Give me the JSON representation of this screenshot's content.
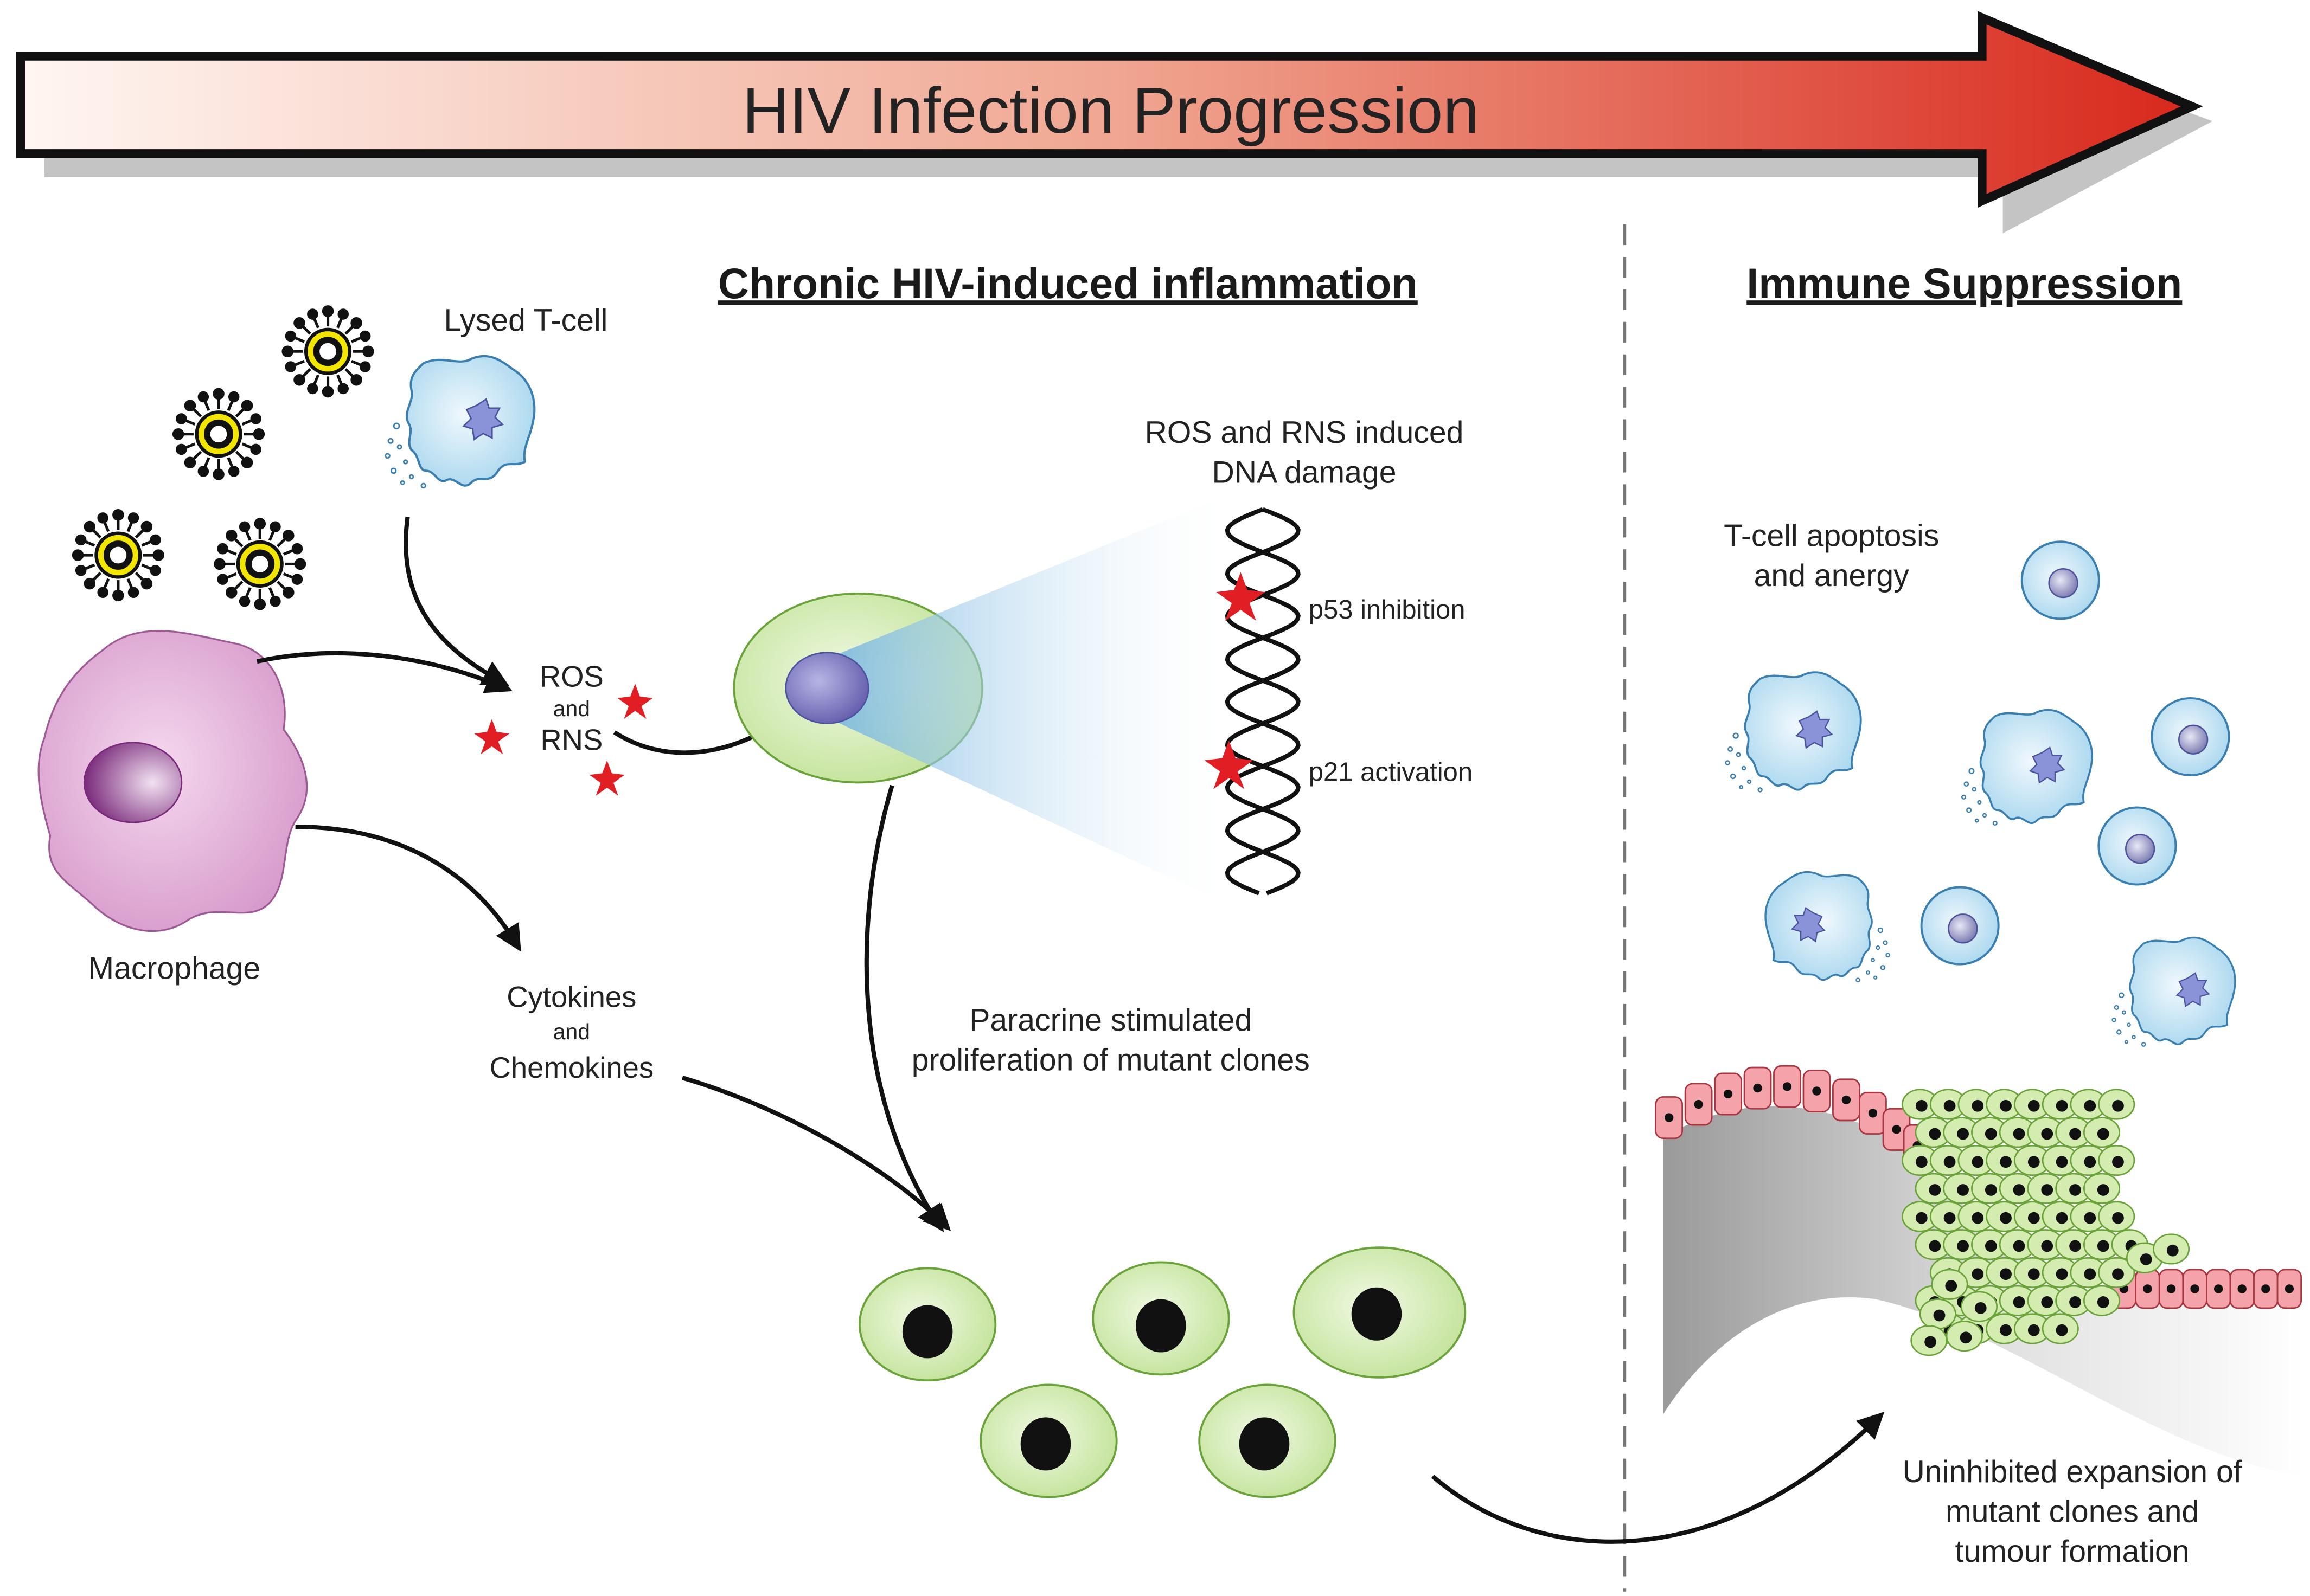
{
  "banner": {
    "title": "HIV Infection Progression"
  },
  "sections": {
    "left_heading": "Chronic HIV-induced inflammation",
    "right_heading": "Immune Suppression"
  },
  "labels": {
    "lysed_tcell": "Lysed T-cell",
    "macrophage": "Macrophage",
    "ros": "ROS",
    "and_1": "and",
    "rns": "RNS",
    "cytokines": "Cytokines",
    "and_2": "and",
    "chemokines": "Chemokines",
    "dna_damage_line1": "ROS and RNS induced",
    "dna_damage_line2": "DNA damage",
    "p53": "p53 inhibition",
    "p21": "p21 activation",
    "paracrine_line1": "Paracrine stimulated",
    "paracrine_line2": "proliferation of mutant clones",
    "tcell_line1": "T-cell apoptosis",
    "tcell_line2": "and anergy",
    "expansion_line1": "Uninhibited expansion of",
    "expansion_line2": "mutant clones and",
    "expansion_line3": "tumour formation"
  },
  "colors": {
    "arrow_start": "#fff5f0",
    "arrow_end": "#d92b1f",
    "macrophage": "#e6b4dc",
    "green_cell": "#d4ecb0",
    "tcell": "#cbe6f3",
    "epithelium": "#f5a3aa",
    "star": "#e01e24",
    "virus_ring": "#f2e600"
  }
}
